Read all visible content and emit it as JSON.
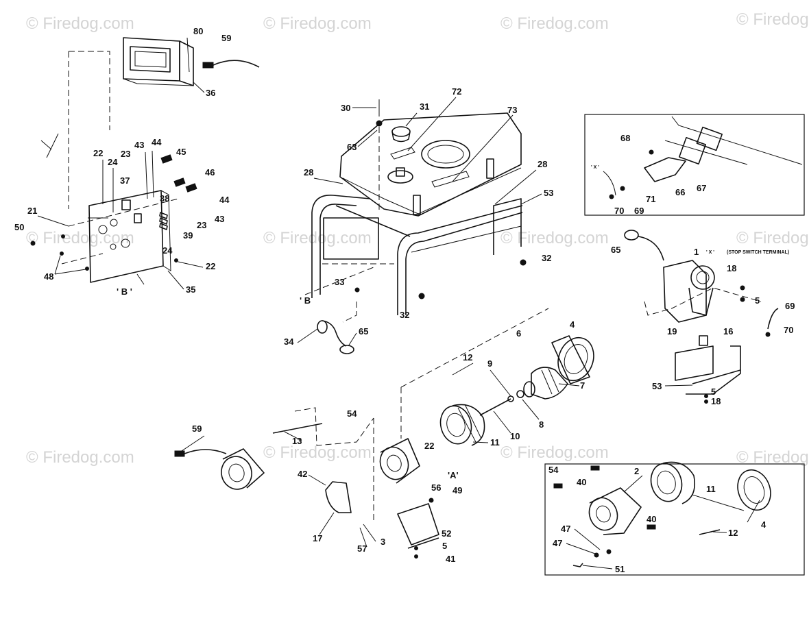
{
  "watermark": {
    "text": "© Firedog.com"
  },
  "callouts": {
    "c80": "80",
    "c59a": "59",
    "c36": "36",
    "c22a": "22",
    "c24a": "24",
    "c23a": "23",
    "c43a": "43",
    "c44a": "44",
    "c45": "45",
    "c37": "37",
    "c46": "46",
    "c44b": "44",
    "c38": "38",
    "c43b": "43",
    "c23b": "23",
    "c21": "21",
    "c50": "50",
    "c39": "39",
    "c24b": "24",
    "c22b": "22",
    "c48": "48",
    "c35": "35",
    "cB1": "' B ' ",
    "c30": "30",
    "c31": "31",
    "c72": "72",
    "c73": "73",
    "c63": "63",
    "c28a": "28",
    "c28b": "28",
    "c53a": "53",
    "c32a": "32",
    "c33": "33",
    "cB2": "' B",
    "c32b": "32",
    "c34": "34",
    "c65a": "65",
    "c68": "68",
    "cX1": "' X '",
    "c66": "66",
    "c67": "67",
    "c71": "71",
    "c70a": "70",
    "c69a": "69",
    "c65b": "65",
    "c1": "1",
    "cX2": "' X '",
    "stopSwitch": "(STOP SWITCH TERMINAL)",
    "c18a": "18",
    "c5a": "5",
    "c69b": "69",
    "c70b": "70",
    "c6": "6",
    "c4a": "4",
    "c16": "16",
    "c19": "19",
    "c53b": "53",
    "c5b": "5",
    "c18b": "18",
    "c12a": "12",
    "c9": "9",
    "c7": "7",
    "c8": "8",
    "c10": "10",
    "c11a": "11",
    "c54a": "54",
    "c13": "13",
    "c59b": "59",
    "c22c": "22",
    "c56": "56",
    "cA": "'A'",
    "c42": "42",
    "c49": "49",
    "c17": "17",
    "c57": "57",
    "c3": "3",
    "c52": "52",
    "c5c": "5",
    "c41": "41",
    "c54b": "54",
    "c40a": "40",
    "c2": "2",
    "c11b": "11",
    "c4b": "4",
    "c40b": "40",
    "c12b": "12",
    "c47a": "47",
    "c47b": "47",
    "c51": "51"
  }
}
